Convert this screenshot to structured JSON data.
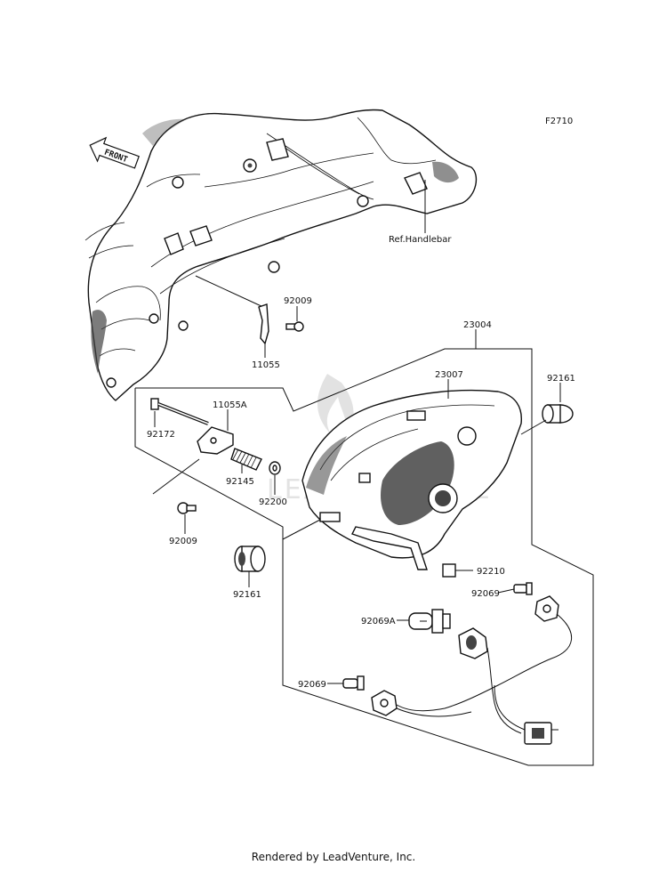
{
  "figure_code": "F2710",
  "front_marker": "FRONT",
  "reference_label": "Ref.Handlebar",
  "watermark": "LEADVENTURE",
  "part_labels": {
    "p92009_top": "92009",
    "p11055": "11055",
    "p23004": "23004",
    "p23007": "23007",
    "p92161_right": "92161",
    "p11055A": "11055A",
    "p92172": "92172",
    "p92145": "92145",
    "p92200": "92200",
    "p92009_bottom": "92009",
    "p92161_left": "92161",
    "p92210": "92210",
    "p92069_right": "92069",
    "p92069A": "92069A",
    "p92069_left": "92069"
  },
  "footer": "Rendered by LeadVenture, Inc."
}
